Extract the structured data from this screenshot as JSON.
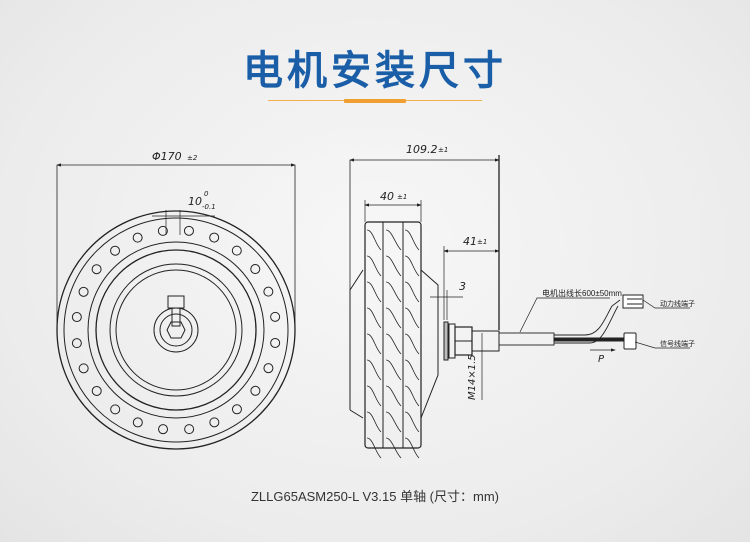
{
  "header": {
    "title": "电机安装尺寸"
  },
  "front_view": {
    "diameter": "Φ170",
    "diameter_tol": "±2",
    "shaft_width": "10",
    "shaft_tol_upper": "0",
    "shaft_tol_lower": "-0.1"
  },
  "side_view": {
    "overall_width": "109.2",
    "overall_tol": "±1",
    "tire_width": "40",
    "tire_tol": "±1",
    "shaft_length": "41",
    "shaft_tol": "±1",
    "gap": "3",
    "thread": "M14×1.5"
  },
  "cable": {
    "length_label": "电机出线长600±50mm",
    "power_terminal": "动力线端子",
    "signal_terminal": "信号线端子",
    "direction": "P"
  },
  "footer": {
    "caption": "ZLLG65ASM250-L V3.15 单轴 (尺寸：mm)"
  },
  "colors": {
    "title": "#1a5ea8",
    "accent": "#f0a030"
  }
}
